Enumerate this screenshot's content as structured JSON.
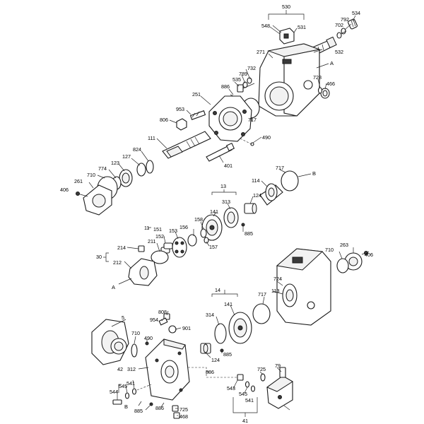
{
  "callouts": {
    "p530": "530",
    "p548": "548",
    "p531": "531",
    "p534": "534",
    "p792": "792",
    "p702": "702",
    "p532": "532",
    "p271": "271",
    "pA_top": "A",
    "p732": "732",
    "p789": "789",
    "p535": "535",
    "p728": "728",
    "p466": "466",
    "p886_top": "886",
    "p251": "251",
    "p953": "953",
    "p806": "806",
    "p717_top": "717",
    "p490_top": "490",
    "p111": "111",
    "p824": "824",
    "p127": "127",
    "p123": "123",
    "p774": "774",
    "p710_top": "710",
    "p261": "261",
    "p406_left": "406",
    "p401": "401",
    "p717_mid": "717",
    "pB_mid": "B",
    "p13": "13",
    "p114": "114",
    "p124_mid": "124",
    "p313": "313",
    "p141_mid": "141",
    "p158": "158",
    "p885_mid": "885",
    "p11": "11",
    "p151": "151",
    "p152": "152",
    "p153": "153",
    "p156": "156",
    "p157": "157",
    "p211": "211",
    "p214": "214",
    "p30": "30",
    "p212": "212",
    "pA_left": "A",
    "p710_right": "710",
    "p263": "263",
    "p406_right": "406",
    "p724": "724",
    "p113": "113",
    "p717_low": "717",
    "p14": "14",
    "p314": "314",
    "p141_low": "141",
    "p885_low": "885",
    "p124_low": "124",
    "p5": "5",
    "p808": "808",
    "p954": "954",
    "p901": "901",
    "p710_low": "710",
    "p490_low": "490",
    "p312": "312",
    "p886_low": "886",
    "p725_low": "725",
    "p79": "79",
    "p42": "42",
    "p541_left": "541",
    "p545_left": "545",
    "p544": "544",
    "pB_low": "B",
    "p885_bottom": "885",
    "p886_bottom": "886",
    "p725_bottom": "725",
    "p468": "468",
    "p543": "543",
    "p545_right": "545",
    "p541_right": "541",
    "p41": "41"
  }
}
